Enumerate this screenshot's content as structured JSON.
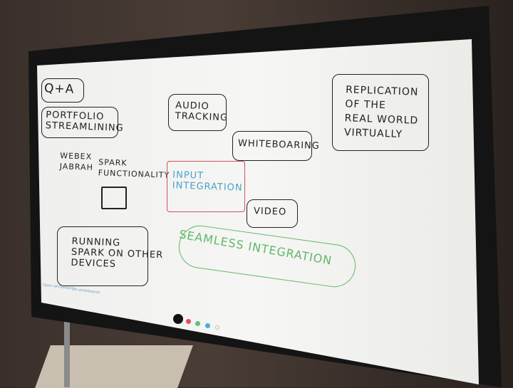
{
  "board": {
    "qa": "Q+A",
    "portfolio": "PORTFOLIO\nSTREAMLINING",
    "webex_jabra": "WEBEX\nJABRAH",
    "spark": "SPARK\nFUNCTIONALITY",
    "running": "RUNNING\nSPARK ON OTHER\nDEVICES",
    "audio": "AUDIO\nTRACKING",
    "whiteboarding": "WHITEBOARING",
    "input": "INPUT\nINTEGRATION",
    "video": "VIDEO",
    "seamless": "SEAMLESS INTEGRATION",
    "replication": "REPLICATION\nOF THE\nREAL WORLD\nVIRTUALLY"
  },
  "footer_links": [
    "Open whiteboard",
    "All whiteboards"
  ],
  "palette": [
    "#111111",
    "#e0505a",
    "#5fc07a",
    "#4aaedc",
    "#cccccc"
  ]
}
